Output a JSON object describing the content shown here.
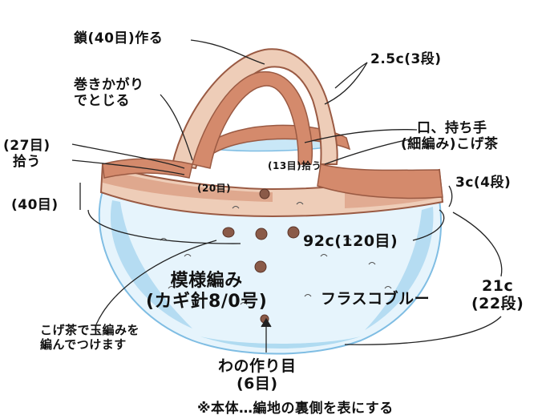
{
  "labels": {
    "chain": "鎖(40目)作る",
    "whip_line1": "巻きかがり",
    "whip_line2": "でとじる",
    "pick27_line1": "(27目)",
    "pick27_line2": "拾う",
    "handle_width": "2.5c(3段)",
    "mouth_line1": "口、持ち手",
    "mouth_line2": "(細編み)こげ茶",
    "pick13": "(13目)拾う",
    "count20": "(20目)",
    "count40": "(40目)",
    "rim": "3c(4段)",
    "circumference": "92c(120目)",
    "pattern_line1": "模様編み",
    "pattern_line2": "(カギ針8/0号)",
    "color_body": "フラスコブルー",
    "height_line1": "21c",
    "height_line2": "(22段)",
    "popcorn_line1": "こげ茶で玉編みを",
    "popcorn_line2": "編んでつけます",
    "ring_line1": "わの作り目",
    "ring_line2": "(6目)",
    "footnote": "※本体…編地の裏側を表にする"
  },
  "colors": {
    "handle": "#d48a6c",
    "handle_light": "#eecdb8",
    "body_blue": "#8cc9ea",
    "body_light": "#dff1fb",
    "dots": "#8a5a48",
    "line": "#222222"
  }
}
